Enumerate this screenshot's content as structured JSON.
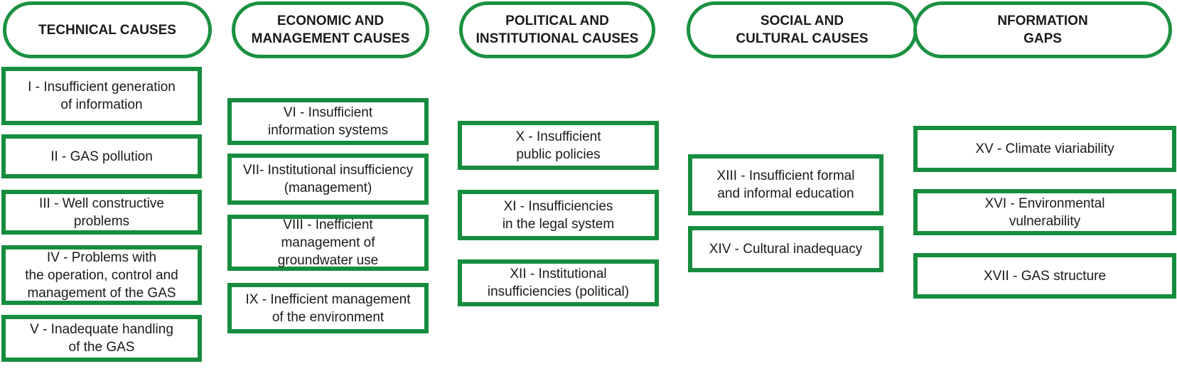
{
  "colors": {
    "border": "#158d3d",
    "text": "#1a1a1a",
    "background": "#ffffff"
  },
  "columns": [
    {
      "header": "TECHNICAL CAUSES",
      "items": [
        "I - Insufficient generation\nof information",
        "II - GAS pollution",
        "III - Well constructive\nproblems",
        "IV - Problems with\nthe operation, control and\nmanagement of the GAS",
        "V - Inadequate handling\nof the GAS"
      ]
    },
    {
      "header": "ECONOMIC AND\nMANAGEMENT CAUSES",
      "items": [
        "VI - Insufficient\ninformation systems",
        "VII- Institutional insufficiency\n(management)",
        "VIII - Inefficient\nmanagement of\ngroundwater use",
        "IX - Inefficient management\nof the environment"
      ]
    },
    {
      "header": "POLITICAL AND\nINSTITUTIONAL CAUSES",
      "items": [
        "X - Insufficient\npublic policies",
        "XI - Insufficiencies\nin the legal system",
        "XII - Institutional\ninsufficiencies (political)"
      ]
    },
    {
      "header": "SOCIAL AND\nCULTURAL CAUSES",
      "items": [
        "XIII - Insufficient formal\nand informal education",
        "XIV - Cultural inadequacy"
      ]
    },
    {
      "header": "NFORMATION\nGAPS",
      "items": [
        "XV - Climate viariability",
        "XVI - Environmental\nvulnerability",
        "XVII - GAS structure"
      ]
    }
  ]
}
